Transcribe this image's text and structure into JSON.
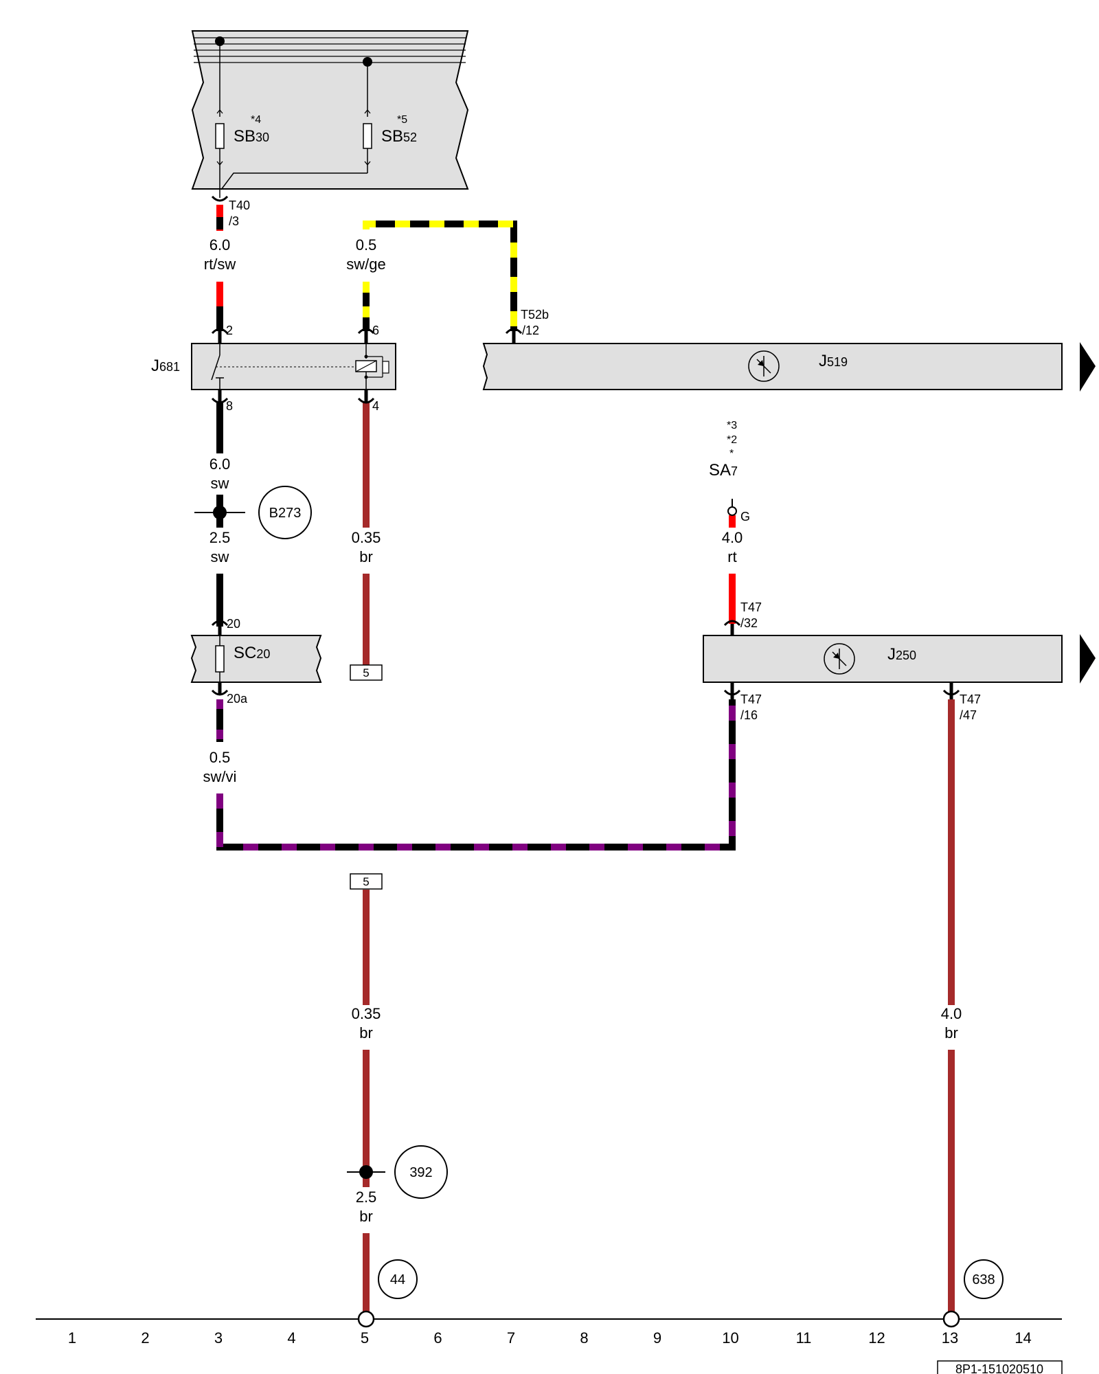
{
  "components": {
    "fuse_box_top": {
      "fuse1": {
        "name": "SB",
        "sub": "30",
        "note": "*4"
      },
      "fuse2": {
        "name": "SB",
        "sub": "52",
        "note": "*5"
      }
    },
    "j681": {
      "name": "J",
      "sub": "681",
      "pin_in1": "2",
      "pin_in2": "6",
      "pin_out1": "8",
      "pin_out2": "4"
    },
    "j519": {
      "name": "J",
      "sub": "519",
      "connector": "T52b",
      "pin": "/12"
    },
    "sa7": {
      "notes": [
        "*3",
        "*2",
        "*"
      ],
      "name": "SA",
      "sub": "7",
      "terminal": "G"
    },
    "sc20": {
      "name": "SC",
      "sub": "20",
      "pin_in": "20",
      "pin_out": "20a"
    },
    "j250": {
      "name": "J",
      "sub": "250",
      "conn_in": "T47",
      "pin_in": "/32",
      "conn_out1": "T47",
      "pin_out1": "/16",
      "conn_out2": "T47",
      "pin_out2": "/47"
    }
  },
  "connectors": {
    "t40": {
      "name": "T40",
      "pin": "/3"
    }
  },
  "wires": {
    "w_rtsw": {
      "size": "6.0",
      "color": "rt/sw"
    },
    "w_swge": {
      "size": "0.5",
      "color": "sw/ge"
    },
    "w_sw60": {
      "size": "6.0",
      "color": "sw"
    },
    "w_sw25": {
      "size": "2.5",
      "color": "sw"
    },
    "w_br035a": {
      "size": "0.35",
      "color": "br"
    },
    "w_rt40": {
      "size": "4.0",
      "color": "rt"
    },
    "w_swvi": {
      "size": "0.5",
      "color": "sw/vi"
    },
    "w_br035b": {
      "size": "0.35",
      "color": "br"
    },
    "w_br25": {
      "size": "2.5",
      "color": "br"
    },
    "w_br40": {
      "size": "4.0",
      "color": "br"
    }
  },
  "splices": {
    "s1": "B273",
    "s2": "392"
  },
  "grounds": {
    "g1": "44",
    "g2": "638"
  },
  "continuation_boxes": {
    "c_top": "5",
    "c_bottom": "5"
  },
  "ruler": [
    "1",
    "2",
    "3",
    "4",
    "5",
    "6",
    "7",
    "8",
    "9",
    "10",
    "11",
    "12",
    "13",
    "14"
  ],
  "diagram_id": "8P1-151020510",
  "colors": {
    "black": "#000000",
    "red": "#ff0000",
    "yellow": "#ffff00",
    "brown": "#a52a2a",
    "violet": "#800080",
    "component_fill": "#e0e0e0"
  }
}
